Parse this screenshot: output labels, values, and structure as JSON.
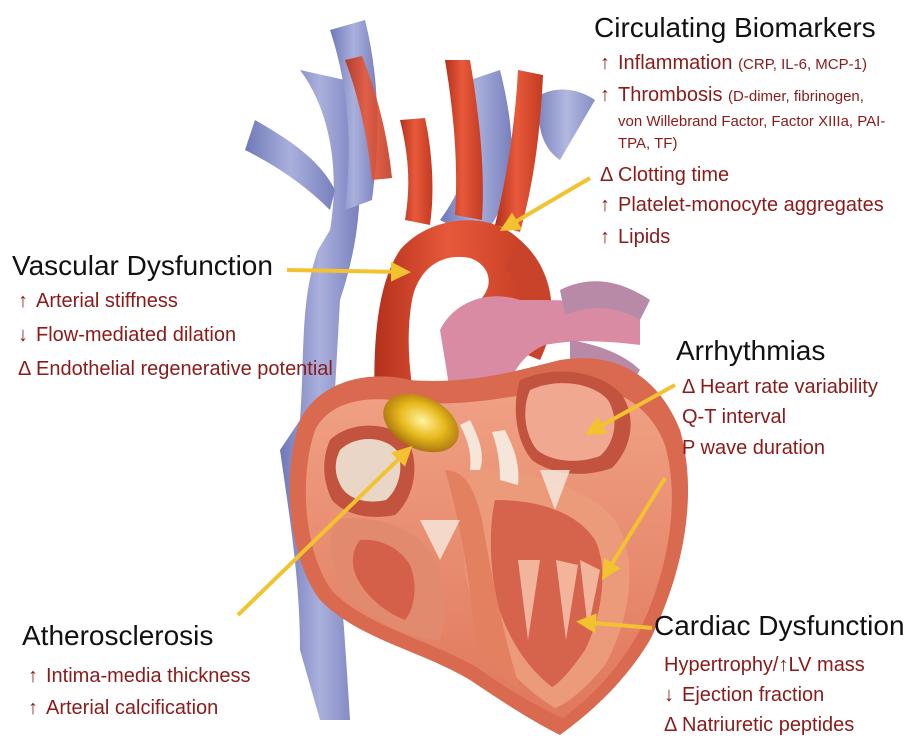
{
  "sections": {
    "biomarkers": {
      "heading": "Circulating Biomarkers",
      "items": [
        {
          "marker": "↑",
          "text": "Inflammation",
          "detail": "(CRP, IL-6, MCP-1)"
        },
        {
          "marker": "↑",
          "text": "Thrombosis",
          "detail": "(D-dimer, fibrinogen,"
        },
        {
          "marker": "",
          "text": "",
          "detail": "von Willebrand Factor, Factor XIIIa, PAI-"
        },
        {
          "marker": "",
          "text": "",
          "detail": "TPA, TF)"
        },
        {
          "marker": "Δ",
          "text": "Clotting time",
          "detail": ""
        },
        {
          "marker": "↑",
          "text": "Platelet-monocyte aggregates",
          "detail": ""
        },
        {
          "marker": "↑",
          "text": "Lipids",
          "detail": ""
        }
      ]
    },
    "vascular": {
      "heading": "Vascular Dysfunction",
      "items": [
        {
          "marker": "↑",
          "text": "Arterial stiffness"
        },
        {
          "marker": "↓",
          "text": "Flow-mediated dilation"
        },
        {
          "marker": "Δ",
          "text": "Endothelial regenerative potential"
        }
      ]
    },
    "arrhythmias": {
      "heading": "Arrhythmias",
      "items": [
        {
          "marker": "Δ",
          "text": "Heart rate variability"
        },
        {
          "marker": "",
          "text": "Q-T interval"
        },
        {
          "marker": "",
          "text": "P wave duration"
        }
      ]
    },
    "atherosclerosis": {
      "heading": "Atherosclerosis",
      "items": [
        {
          "marker": "↑",
          "text": "Intima-media thickness"
        },
        {
          "marker": "↑",
          "text": "Arterial calcification"
        }
      ]
    },
    "cardiac": {
      "heading": "Cardiac Dysfunction",
      "items": [
        {
          "marker": "",
          "text": "Hypertrophy/↑LV mass"
        },
        {
          "marker": "↓",
          "text": "Ejection fraction"
        },
        {
          "marker": "Δ",
          "text": "Natriuretic peptides"
        }
      ]
    }
  },
  "colors": {
    "heading": "#111111",
    "item_text": "#8b1a1a",
    "arrow": "#f2c230",
    "artery": "#d94a2e",
    "vein": "#8d94c8",
    "myocardium": "#e8836a",
    "plaque": "#e0b010"
  },
  "illustration": {
    "subject": "heart-cross-section",
    "icons": [
      "aorta",
      "vena-cava",
      "pulmonary-artery",
      "left-ventricle",
      "right-ventricle",
      "atrium",
      "plaque-deposit"
    ]
  }
}
